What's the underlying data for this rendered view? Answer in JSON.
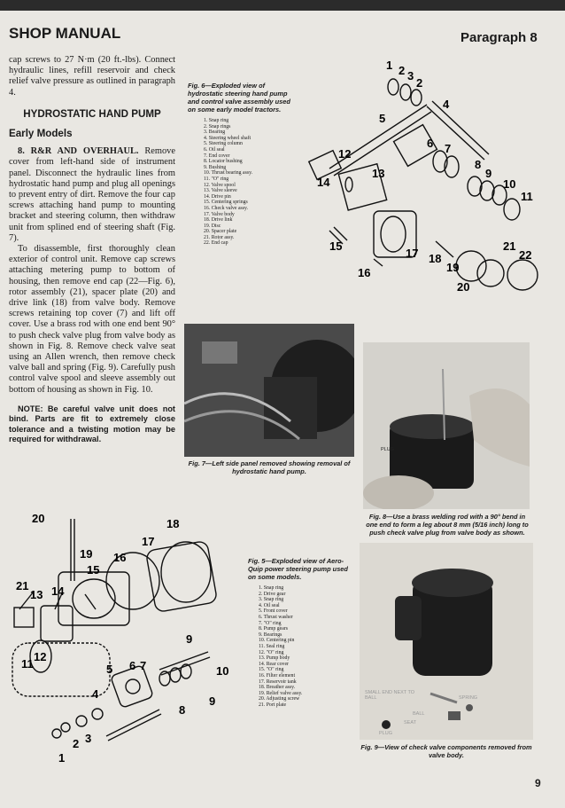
{
  "header": {
    "left": "SHOP MANUAL",
    "right": "Paragraph 8"
  },
  "column": {
    "intro": "cap screws to 27 N·m (20 ft.-lbs). Connect hydraulic lines, refill reservoir and check relief valve pressure as outlined in paragraph 4.",
    "section_title": "HYDROSTATIC HAND PUMP",
    "subsection_title": "Early Models",
    "para1_lead": "8. R&R AND OVERHAUL.",
    "para1_body": " Remove cover from left-hand side of instrument panel. Disconnect the hydraulic lines from hydrostatic hand pump and plug all openings to prevent entry of dirt. Remove the four cap screws attaching hand pump to mounting bracket and steering column, then withdraw unit from splined end of steering shaft (Fig. 7).",
    "para2": "To disassemble, first thoroughly clean exterior of control unit. Remove cap screws attaching metering pump to bottom of housing, then remove end cap (22—Fig. 6), rotor assembly (21), spacer plate (20) and drive link (18) from valve body. Remove screws retaining top cover (7) and lift off cover. Use a brass rod with one end bent 90° to push check valve plug from valve body as shown in Fig. 8. Remove check valve seat using an Allen wrench, then remove check valve ball and spring (Fig. 9). Carefully push control valve spool and sleeve assembly out bottom of housing as shown in Fig. 10.",
    "note": "NOTE: Be careful valve unit does not bind. Parts are fit to extremely close tolerance and a twisting motion may be required for withdrawal."
  },
  "fig6": {
    "caption": "Fig. 6—Exploded view of hydrostatic steering hand pump and control valve assembly used on some early model tractors.",
    "parts": [
      "1. Snap ring",
      "2. Snap rings",
      "3. Bearing",
      "4. Steering wheel shaft",
      "5. Steering column",
      "6. Oil seal",
      "7. End cover",
      "8. Locator bushing",
      "9. Bushing",
      "10. Thrust bearing assy.",
      "11. \"O\" ring",
      "12. Valve spool",
      "13. Valve sleeve",
      "14. Drive pin",
      "15. Centering springs",
      "16. Check valve assy.",
      "17. Valve body",
      "18. Drive link",
      "19. Disc",
      "20. Spacer plate",
      "21. Rotor assy.",
      "22. End cap"
    ],
    "labels": [
      "1",
      "2",
      "3",
      "2",
      "4",
      "5",
      "6",
      "7",
      "8",
      "9",
      "10",
      "11",
      "12",
      "13",
      "14",
      "15",
      "16",
      "17",
      "18",
      "19",
      "20",
      "21",
      "22"
    ]
  },
  "fig7": {
    "caption": "Fig. 7—Left side panel removed showing removal of hydrostatic hand pump."
  },
  "fig8": {
    "caption": "Fig. 8—Use a brass welding rod with a 90° bend in one end to form a leg about 8 mm (5/16 inch) long to push check valve plug from valve body as shown.",
    "photo_label": "PLUG"
  },
  "fig5": {
    "caption": "Fig. 5—Exploded view of Aero-Quip power steering pump used on some models.",
    "parts": [
      "1. Snap ring",
      "2. Drive gear",
      "3. Snap ring",
      "4. Oil seal",
      "5. Front cover",
      "6. Thrust washer",
      "7. \"O\" ring",
      "8. Pump gears",
      "9. Bearings",
      "10. Centering pin",
      "11. Seal ring",
      "12. \"O\" ring",
      "13. Pump body",
      "14. Rear cover",
      "15. \"O\" ring",
      "16. Filter element",
      "17. Reservoir tank",
      "18. Breather assy.",
      "19. Relief valve assy.",
      "20. Adjusting screw",
      "21. Port plate"
    ],
    "labels": [
      "20",
      "19",
      "18",
      "17",
      "16",
      "15",
      "21",
      "13",
      "14",
      "11",
      "12",
      "5",
      "6",
      "7",
      "9",
      "10",
      "4",
      "8",
      "9",
      "1",
      "2",
      "3"
    ]
  },
  "fig9": {
    "caption": "Fig. 9—View of check valve components removed from valve body.",
    "photo_labels": [
      "SMALL END NEXT TO BALL",
      "SPRING",
      "BALL",
      "SEAT",
      "PLUG"
    ]
  },
  "page_number": "9"
}
